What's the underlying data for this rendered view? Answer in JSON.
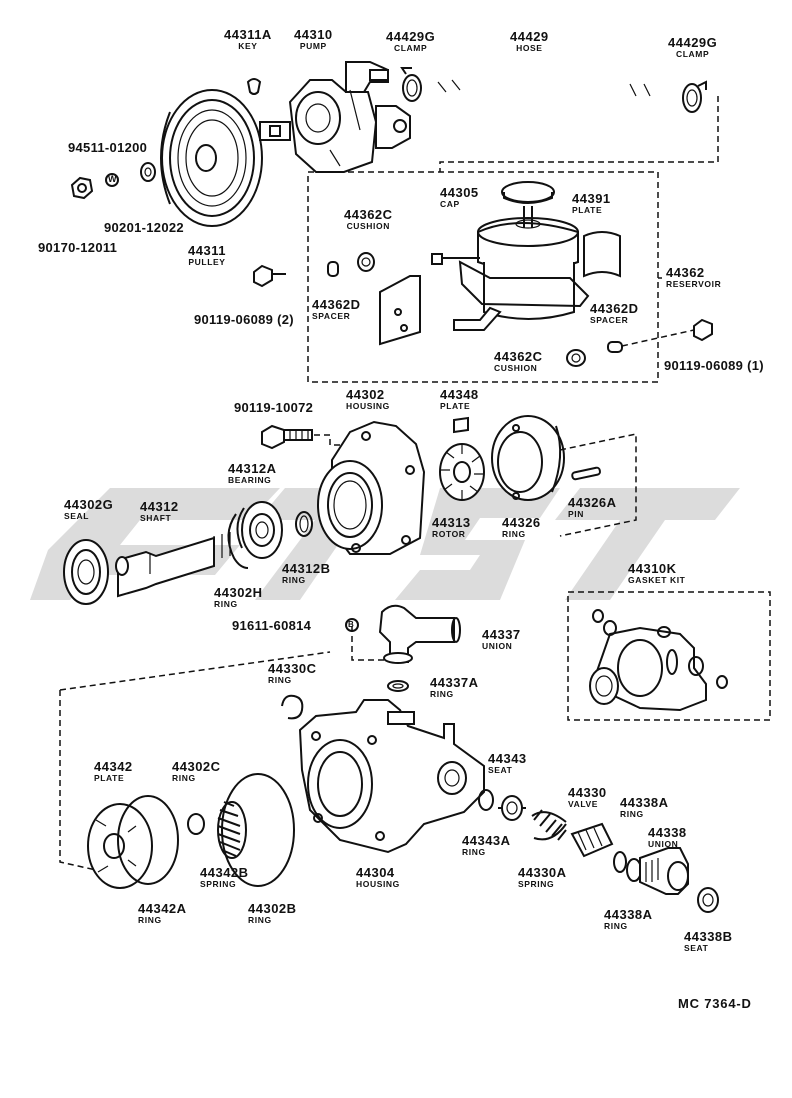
{
  "parts": {
    "p44311A": {
      "num": "44311A",
      "name": "KEY"
    },
    "p44310": {
      "num": "44310",
      "name": "PUMP"
    },
    "p44429G_a": {
      "num": "44429G",
      "name": "CLAMP"
    },
    "p44429": {
      "num": "44429",
      "name": "HOSE"
    },
    "p44429G_b": {
      "num": "44429G",
      "name": "CLAMP"
    },
    "p44305": {
      "num": "44305",
      "name": "CAP"
    },
    "p44391": {
      "num": "44391",
      "name": "PLATE"
    },
    "p44362C_a": {
      "num": "44362C",
      "name": "CUSHION"
    },
    "p44362": {
      "num": "44362",
      "name": "RESERVOIR"
    },
    "p44311": {
      "num": "44311",
      "name": "PULLEY"
    },
    "p44362D_a": {
      "num": "44362D",
      "name": "SPACER"
    },
    "p44362D_b": {
      "num": "44362D",
      "name": "SPACER"
    },
    "p44362C_b": {
      "num": "44362C",
      "name": "CUSHION"
    },
    "p44302": {
      "num": "44302",
      "name": "HOUSING"
    },
    "p44348": {
      "num": "44348",
      "name": "PLATE"
    },
    "p44312A": {
      "num": "44312A",
      "name": "BEARING"
    },
    "p44302G": {
      "num": "44302G",
      "name": "SEAL"
    },
    "p44312": {
      "num": "44312",
      "name": "SHAFT"
    },
    "p44313": {
      "num": "44313",
      "name": "ROTOR"
    },
    "p44326": {
      "num": "44326",
      "name": "RING"
    },
    "p44326A": {
      "num": "44326A",
      "name": "PIN"
    },
    "p44312B": {
      "num": "44312B",
      "name": "RING"
    },
    "p44302H": {
      "num": "44302H",
      "name": "RING"
    },
    "p44310K": {
      "num": "44310K",
      "name": "GASKET KIT"
    },
    "p44337": {
      "num": "44337",
      "name": "UNION"
    },
    "p44330C": {
      "num": "44330C",
      "name": "RING"
    },
    "p44337A": {
      "num": "44337A",
      "name": "RING"
    },
    "p44342": {
      "num": "44342",
      "name": "PLATE"
    },
    "p44302C": {
      "num": "44302C",
      "name": "RING"
    },
    "p44343": {
      "num": "44343",
      "name": "SEAT"
    },
    "p44330": {
      "num": "44330",
      "name": "VALVE"
    },
    "p44338A_a": {
      "num": "44338A",
      "name": "RING"
    },
    "p44338": {
      "num": "44338",
      "name": "UNION"
    },
    "p44343A": {
      "num": "44343A",
      "name": "RING"
    },
    "p44304": {
      "num": "44304",
      "name": "HOUSING"
    },
    "p44330A": {
      "num": "44330A",
      "name": "SPRING"
    },
    "p44342A": {
      "num": "44342A",
      "name": "RING"
    },
    "p44342B": {
      "num": "44342B",
      "name": "SPRING"
    },
    "p44302B": {
      "num": "44302B",
      "name": "RING"
    },
    "p44338A_b": {
      "num": "44338A",
      "name": "RING"
    },
    "p44338B": {
      "num": "44338B",
      "name": "SEAT"
    }
  },
  "plain_labels": {
    "b94511": "94511-01200",
    "b90201": "90201-12022",
    "b90170": "90170-12011",
    "b90119_2": "90119-06089 (2)",
    "b90119_1": "90119-06089 (1)",
    "b90119_10072": "90119-10072",
    "b91611": "91611-60814"
  },
  "markers": {
    "w": "W",
    "b": "B"
  },
  "diagram_code": "MC  7364-D"
}
